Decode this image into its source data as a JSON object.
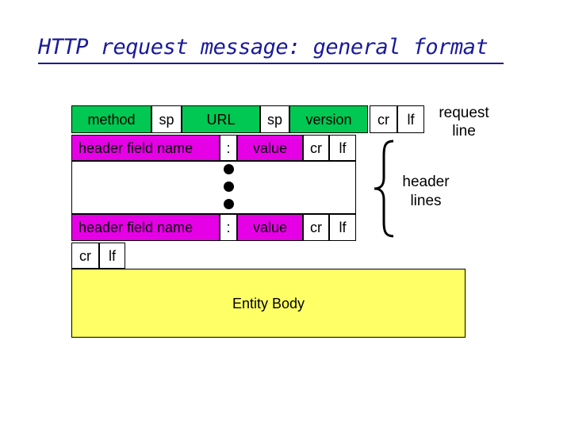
{
  "title": "HTTP request message: general format",
  "request_line": {
    "method": "method",
    "sp1": "sp",
    "url": "URL",
    "sp2": "sp",
    "version": "version",
    "cr": "cr",
    "lf": "lf"
  },
  "header_line_1": {
    "name": "header field name",
    "colon": ":",
    "value": "value",
    "cr": "cr",
    "lf": "lf"
  },
  "header_line_2": {
    "name": "header field name",
    "colon": ":",
    "value": "value",
    "cr": "cr",
    "lf": "lf"
  },
  "blank_line": {
    "cr": "cr",
    "lf": "lf"
  },
  "entity_body": "Entity Body",
  "annotations": {
    "request_line_label_1": "request",
    "request_line_label_2": "line",
    "header_lines_label_1": "header",
    "header_lines_label_2": "lines"
  },
  "colors": {
    "title": "#1a1a9c",
    "request_line": "#00c853",
    "header": "#e600e6",
    "body": "#ffff66"
  }
}
